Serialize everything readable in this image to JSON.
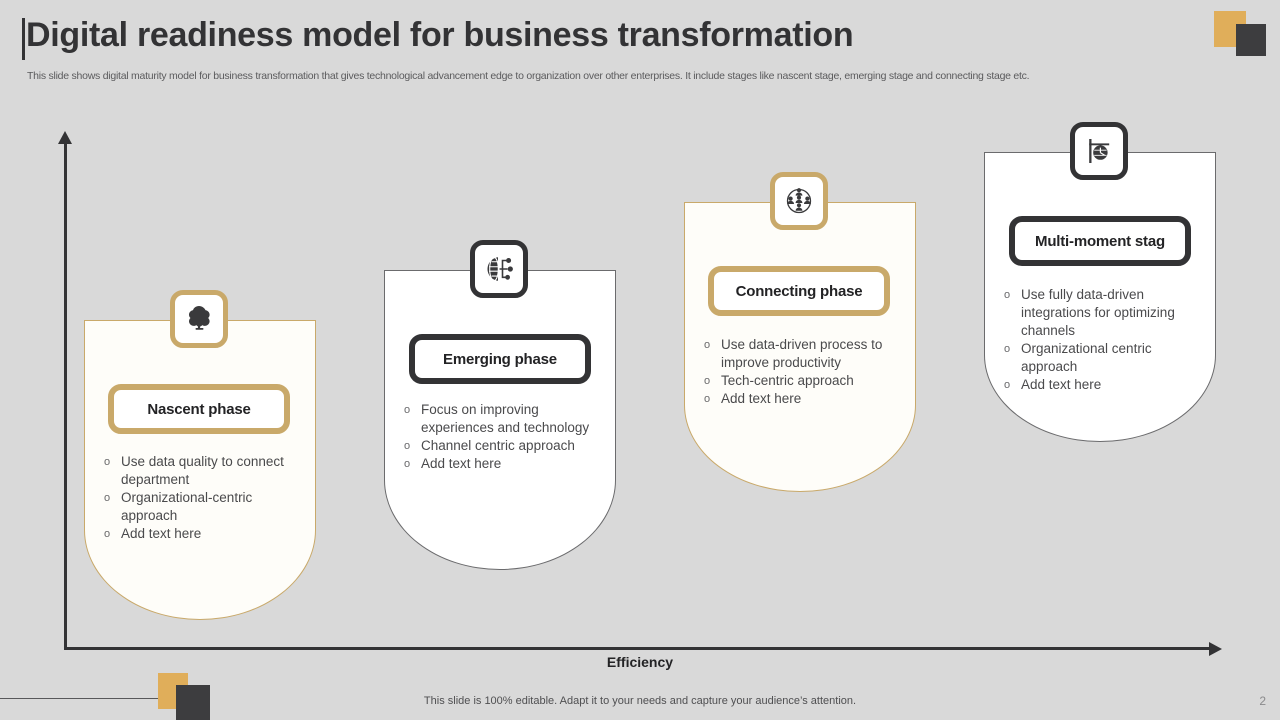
{
  "header": {
    "title": "Digital readiness model for business transformation",
    "subtitle": "This slide shows digital maturity model for business transformation that gives technological advancement edge to organization over other enterprises. It include stages like nascent stage, emerging stage and connecting stage etc."
  },
  "axes": {
    "x_label": "Efficiency",
    "y_label": ""
  },
  "colors": {
    "gold": "#e0ae5a",
    "gold_border": "#c9a96a",
    "dark": "#333335",
    "background": "#d9d9d9",
    "card_cream": "#fefdf9",
    "card_white": "#ffffff"
  },
  "chart_data": {
    "type": "bar",
    "title": "Digital readiness model for business transformation",
    "xlabel": "Efficiency",
    "ylabel": "",
    "categories": [
      "Nascent phase",
      "Emerging phase",
      "Connecting phase",
      "Multi-moment stag"
    ],
    "values": [
      1,
      2,
      3,
      4
    ],
    "grid": false,
    "legend": "none"
  },
  "stages": [
    {
      "id": "nascent",
      "label": "Nascent phase",
      "icon": "tree-icon",
      "theme": "gold",
      "bullets": [
        "Use data quality to connect department",
        "Organizational-centric approach",
        "Add text here"
      ]
    },
    {
      "id": "emerging",
      "label": "Emerging phase",
      "icon": "network-globe-icon",
      "theme": "dark",
      "bullets": [
        "Focus on improving experiences and technology",
        "Channel centric approach",
        "Add text here"
      ]
    },
    {
      "id": "connecting",
      "label": "Connecting phase",
      "icon": "people-network-icon",
      "theme": "gold",
      "bullets": [
        "Use data-driven process to improve productivity",
        "Tech-centric approach",
        "Add text here"
      ]
    },
    {
      "id": "multi-moment",
      "label": "Multi-moment stag",
      "icon": "clock-signpost-icon",
      "theme": "dark",
      "bullets": [
        "Use fully data-driven integrations for optimizing channels",
        "Organizational centric approach",
        "Add text here"
      ]
    }
  ],
  "footer": {
    "note": "This slide is 100% editable. Adapt it to your needs and capture your audience’s attention.",
    "page_number": "2"
  }
}
